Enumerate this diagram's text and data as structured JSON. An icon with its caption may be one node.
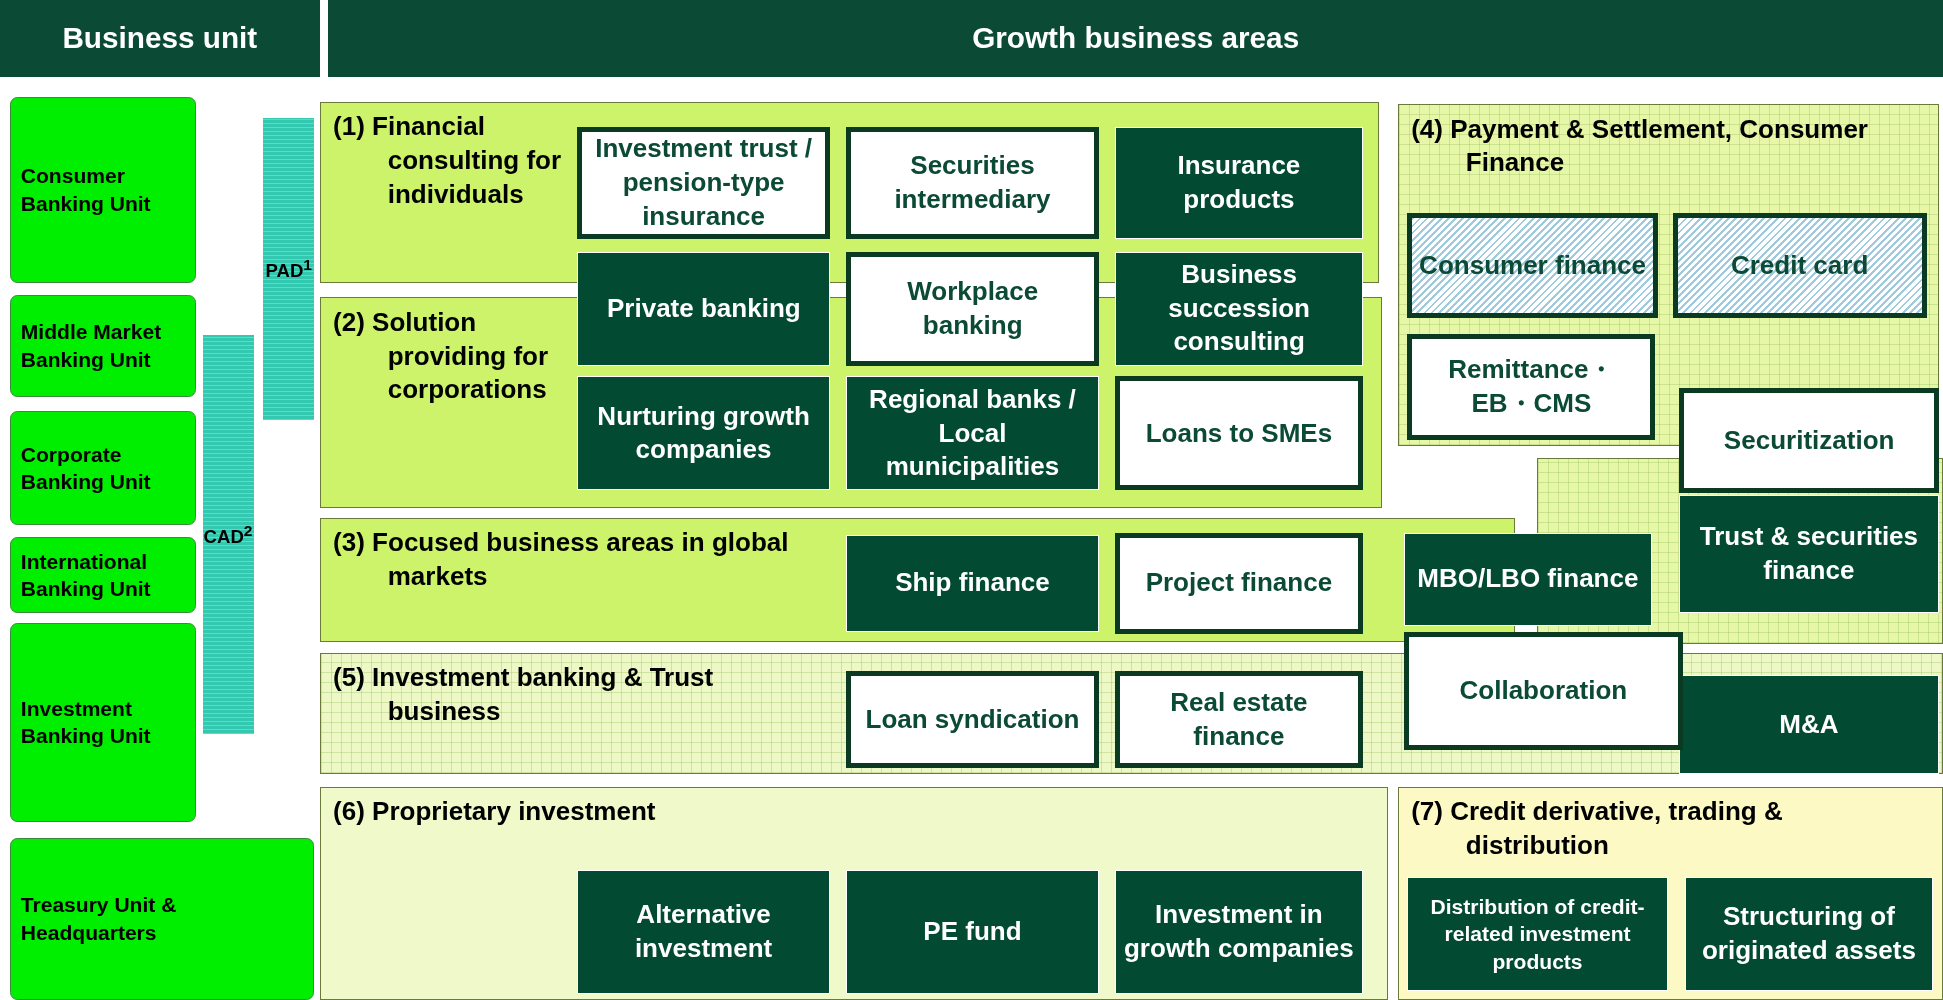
{
  "diagram": {
    "nodes": [
      {
        "text": [
          "Business unit"
        ]
      },
      {
        "text": [
          "Growth business areas"
        ]
      },
      {
        "text": [
          "Consumer Banking Unit"
        ]
      },
      {
        "text": [
          "Middle Market Banking Unit"
        ]
      },
      {
        "text": [
          "Corporate Banking Unit"
        ]
      },
      {
        "text": [
          "International Banking Unit"
        ]
      },
      {
        "text": [
          "Investment Banking Unit"
        ]
      },
      {
        "text": [
          "Treasury Unit & Headquarters"
        ]
      },
      {
        "text": [
          "PAD$^{1}$"
        ]
      },
      {
        "text": [
          "CAD$^{2}$"
        ]
      },
      {
        "text": [
          "(1) Financial consulting for individuals"
        ]
      },
      {
        "text": [
          "Investment trust / pension-type insurance"
        ],
        "in": 10
      },
      {
        "text": [
          "Securities intermediary"
        ],
        "in": 10
      },
      {
        "text": [
          "Insurance products"
        ],
        "in": 10
      },
      {
        "text": [
          "(4) Payment & Settlement, Consumer Finance"
        ]
      },
      {
        "text": [
          "Consumer finance"
        ],
        "in": 14
      },
      {
        "text": [
          "Credit card"
        ],
        "in": 14
      },
      {
        "text": [
          "Remittance・EB・CMS"
        ],
        "in": 14
      },
      {
        "text": [
          "(2) Solution providing for corporations"
        ]
      },
      {
        "text": [
          "Private banking"
        ]
      },
      {
        "text": [
          "Workplace banking"
        ]
      },
      {
        "text": [
          "Business succession consulting"
        ]
      },
      {
        "text": [
          "Nurturing growth companies"
        ],
        "in": 18
      },
      {
        "text": [
          "Regional banks / Local municipalities"
        ],
        "in": 18
      },
      {
        "text": [
          "Loans to SMEs"
        ],
        "in": 18
      },
      {
        "text": [
          "Securitization"
        ]
      },
      {
        "text": [],
        "shape": "box"
      },
      {
        "text": [
          "Trust & securities finance"
        ],
        "in": 26
      },
      {
        "text": [
          "(3) Focused business areas in global markets"
        ]
      },
      {
        "text": [
          "Ship finance"
        ],
        "in": 28
      },
      {
        "text": [
          "Project finance"
        ],
        "in": 28
      },
      {
        "text": [
          "MBO/LBO finance"
        ]
      },
      {
        "text": [
          "(5) Investment banking & Trust business"
        ]
      },
      {
        "text": [
          "Loan syndication"
        ],
        "in": 32
      },
      {
        "text": [
          "Real estate finance"
        ],
        "in": 32
      },
      {
        "text": [
          "Collaboration"
        ]
      },
      {
        "text": [
          "M&A"
        ],
        "in": 32
      },
      {
        "text": [
          "(6) Proprietary investment"
        ]
      },
      {
        "text": [
          "Alternative investment"
        ],
        "in": 37
      },
      {
        "text": [
          "PE fund"
        ],
        "in": 37
      },
      {
        "text": [
          "Investment in growth companies"
        ],
        "in": 37
      },
      {
        "text": [
          "(7) Credit derivative, trading & distribution"
        ]
      },
      {
        "text": [
          "Distribution of credit-related investment products"
        ],
        "in": 41
      },
      {
        "text": [
          "Structuring of originated assets"
        ],
        "in": 41
      }
    ]
  }
}
